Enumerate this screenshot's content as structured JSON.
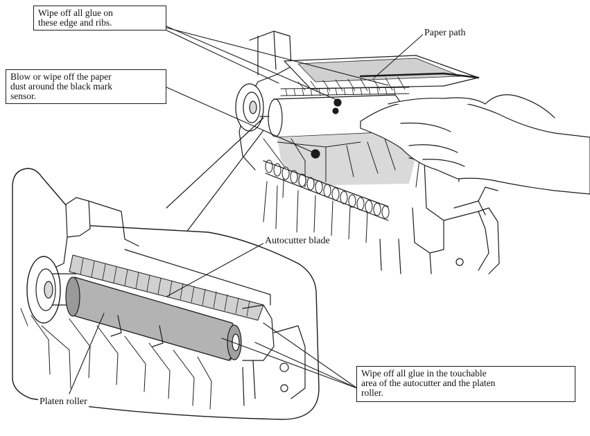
{
  "callouts": {
    "glue_edges": "Wipe off all glue on\nthese edge and ribs.",
    "paper_dust": "Blow or wipe off the paper\ndust around the black mark\nsensor.",
    "glue_autocutter": "Wipe off all glue in the touchable\narea of the autocutter and the platen\nroller."
  },
  "labels": {
    "paper_path": "Paper path",
    "autocutter_blade": "Autocutter blade",
    "platen_roller": "Platen roller"
  },
  "colors": {
    "line": "#1a1a1a",
    "shade_light": "#d9d9d9",
    "shade_mid": "#b3b3b3",
    "shade_dark": "#8c8c8c",
    "paper": "#ffffff"
  }
}
